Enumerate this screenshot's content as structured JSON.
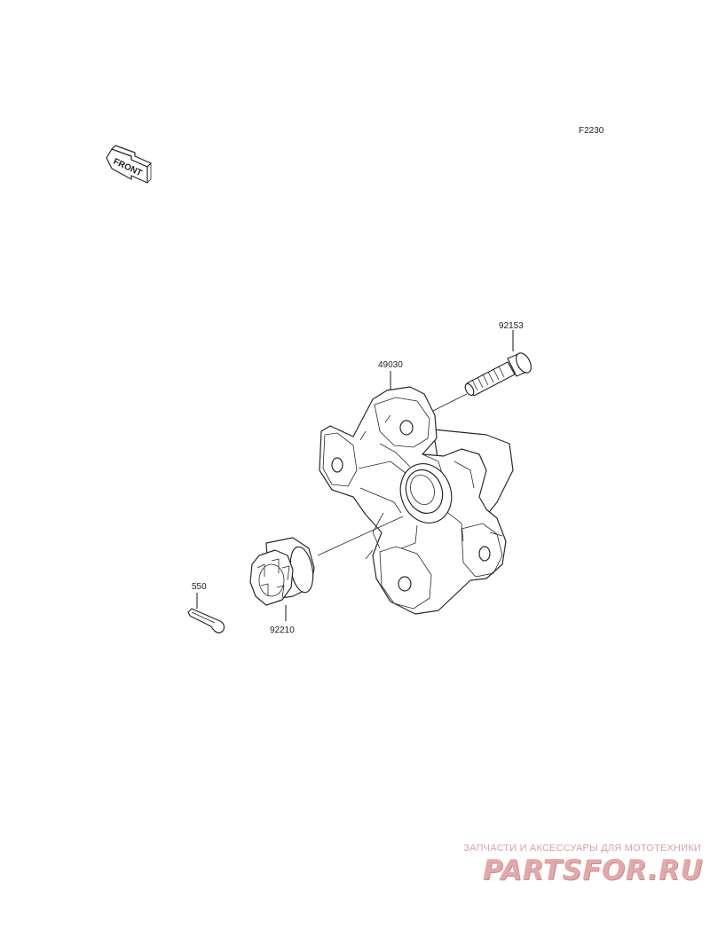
{
  "diagram": {
    "code": "F2230",
    "front_label": "FRONT",
    "parts": [
      {
        "number": "92153"
      },
      {
        "number": "49030"
      },
      {
        "number": "550"
      },
      {
        "number": "92210"
      }
    ]
  },
  "watermark": {
    "tagline": "ЗАПЧАСТИ И АКСЕССУАРЫ ДЛЯ МОТОТЕХНИКИ",
    "logo": "PARTSFOR.RU"
  }
}
